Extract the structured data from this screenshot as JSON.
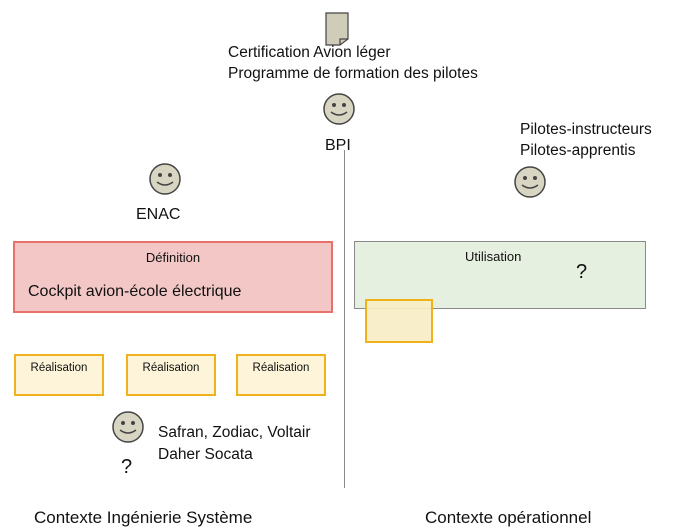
{
  "top_actor": {
    "line1": "Certification Avion léger",
    "line2": "Programme de formation des pilotes",
    "name": "BPI"
  },
  "left_actor": {
    "name": "ENAC"
  },
  "right_actor": {
    "line1": "Pilotes-instructeurs",
    "line2": "Pilotes-apprentis"
  },
  "definition_box": {
    "title": "Définition",
    "subtitle": "Cockpit avion-école électrique"
  },
  "utilisation_box": {
    "title": "Utilisation",
    "question": "?"
  },
  "realisation_boxes": [
    {
      "label": "Réalisation"
    },
    {
      "label": "Réalisation"
    },
    {
      "label": "Réalisation"
    }
  ],
  "suppliers": {
    "line1": "Safran, Zodiac, Voltair",
    "line2": "Daher Socata",
    "question": "?"
  },
  "footer": {
    "left": "Contexte Ingénierie Système",
    "right": "Contexte opérationnel"
  },
  "colors": {
    "definition_fill": "#f4c7c7",
    "definition_border": "#e8726b",
    "utilisation_fill": "#e6f0e1",
    "realisation_border": "#f0b21a",
    "smiley_fill": "#d8d6c2"
  }
}
